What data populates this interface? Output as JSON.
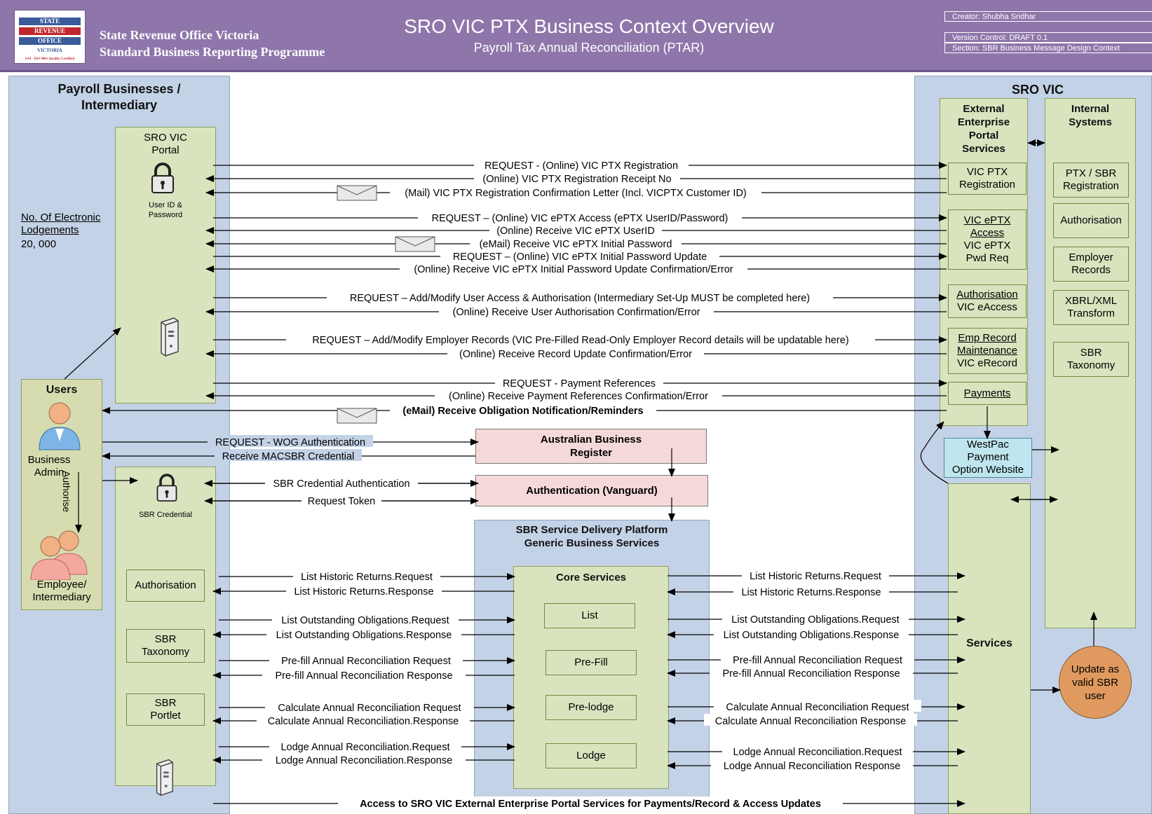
{
  "header": {
    "logo": {
      "line1": "STATE",
      "line2": "REVENUE",
      "line3": "OFFICE",
      "line4": "VICTORIA",
      "cert": "SAI - ISO 9001 Quality Certified"
    },
    "org_line1": "State Revenue Office Victoria",
    "org_line2": "Standard Business Reporting Programme",
    "title": "SRO VIC PTX Business Context Overview",
    "subtitle": "Payroll Tax Annual Reconciliation (PTAR)",
    "creator": "Creator: Shubha Sridhar",
    "version": "Version Control: DRAFT 0.1",
    "section": "Section: SBR Business Message Design Context"
  },
  "left_lane": {
    "title_1": "Payroll Businesses /",
    "title_2": "Intermediary",
    "portal_1": "SRO VIC",
    "portal_2": "Portal",
    "user_id_1": "User ID &",
    "user_id_2": "Password",
    "lodgements_1": "No. Of Electronic",
    "lodgements_2": "Lodgements",
    "lodgements_count": "20, 000",
    "users": "Users",
    "business_admin_1": "Business",
    "business_admin_2": "Admin",
    "authorise": "Authorise",
    "employee_1": "Employee/",
    "employee_2": "Intermediary",
    "sbr_credential": "SBR Credential",
    "authorisation": "Authorisation",
    "sbr_taxonomy_1": "SBR",
    "sbr_taxonomy_2": "Taxonomy",
    "sbr_portlet_1": "SBR",
    "sbr_portlet_2": "Portlet"
  },
  "right_lane": {
    "title": "SRO VIC",
    "external_1": "External",
    "external_2": "Enterprise",
    "external_3": "Portal",
    "external_4": "Services",
    "internal_1": "Internal",
    "internal_2": "Systems",
    "vic_ptx_reg_1": "VIC PTX",
    "vic_ptx_reg_2": "Registration",
    "eptx_1": "VIC ePTX",
    "eptx_2": "Access",
    "eptx_3": "VIC ePTX",
    "eptx_4": "Pwd Req",
    "auth_1": "Authorisation",
    "auth_2": "VIC eAccess",
    "emp_1": "Emp Record",
    "emp_2": "Maintenance",
    "emp_3": "VIC eRecord",
    "payments": "Payments",
    "int_ptx_1": "PTX / SBR",
    "int_ptx_2": "Registration",
    "int_auth": "Authorisation",
    "int_emp_1": "Employer",
    "int_emp_2": "Records",
    "int_xbrl_1": "XBRL/XML",
    "int_xbrl_2": "Transform",
    "int_sbr_1": "SBR",
    "int_sbr_2": "Taxonomy",
    "westpac_1": "WestPac",
    "westpac_2": "Payment",
    "westpac_3": "Option Website",
    "services": "Services",
    "update_1": "Update as",
    "update_2": "valid SBR",
    "update_3": "user"
  },
  "center": {
    "abr_1": "Australian Business",
    "abr_2": "Register",
    "vanguard": "Authentication (Vanguard)",
    "sbr_platform_1": "SBR Service Delivery Platform",
    "sbr_platform_2": "Generic Business Services",
    "core": "Core Services",
    "list": "List",
    "prefill": "Pre-Fill",
    "prelodge": "Pre-lodge",
    "lodge": "Lodge"
  },
  "messages": {
    "m1": "REQUEST - (Online) VIC PTX Registration",
    "m2": "(Online) VIC PTX Registration Receipt No",
    "m3": "(Mail) VIC PTX Registration Confirmation Letter (Incl. VICPTX Customer ID)",
    "m4": "REQUEST – (Online) VIC ePTX Access (ePTX UserID/Password)",
    "m5": "(Online) Receive VIC ePTX UserID",
    "m6": "(eMail) Receive VIC ePTX Initial Password",
    "m7": "REQUEST – (Online) VIC ePTX Initial Password Update",
    "m8": "(Online) Receive VIC ePTX Initial Password Update Confirmation/Error",
    "m9": "REQUEST – Add/Modify User Access & Authorisation (Intermediary Set-Up MUST be completed here)",
    "m10": "(Online) Receive User Authorisation Confirmation/Error",
    "m11": "REQUEST – Add/Modify Employer Records (VIC Pre-Filled Read-Only Employer Record details will be updatable here)",
    "m12": "(Online) Receive Record Update Confirmation/Error",
    "m13": "REQUEST - Payment References",
    "m14": "(Online) Receive Payment References Confirmation/Error",
    "m15": "(eMail) Receive Obligation Notification/Reminders",
    "m16": "REQUEST - WOG Authentication",
    "m17": "Receive MACSBR Credential",
    "m18": "SBR Credential Authentication",
    "m19": "Request Token",
    "l1": "List Historic Returns.Request",
    "l2": "List Historic Returns.Response",
    "l3": "List Outstanding Obligations.Request",
    "l4": "List Outstanding Obligations.Response",
    "l5": "Pre-fill Annual Reconciliation Request",
    "l6": "Pre-fill Annual Reconciliation Response",
    "l7": "Calculate Annual Reconciliation Request",
    "l8": "Calculate Annual Reconciliation.Response",
    "l9": "Lodge Annual Reconciliation.Request",
    "l10": "Lodge Annual Reconciliation.Response",
    "r1": "List Historic Returns.Request",
    "r2": "List Historic Returns.Response",
    "r3": "List Outstanding Obligations.Request",
    "r4": "List Outstanding Obligations.Response",
    "r5": "Pre-fill Annual Reconciliation Request",
    "r6": "Pre-fill Annual Reconciliation Response",
    "r7": "Calculate Annual Reconciliation Request",
    "r8": "Calculate Annual Reconciliation Response",
    "r9": "Lodge Annual Reconciliation.Request",
    "r10": "Lodge Annual Reconciliation Response",
    "bottom": "Access to SRO VIC External Enterprise Portal Services for Payments/Record & Access Updates"
  }
}
